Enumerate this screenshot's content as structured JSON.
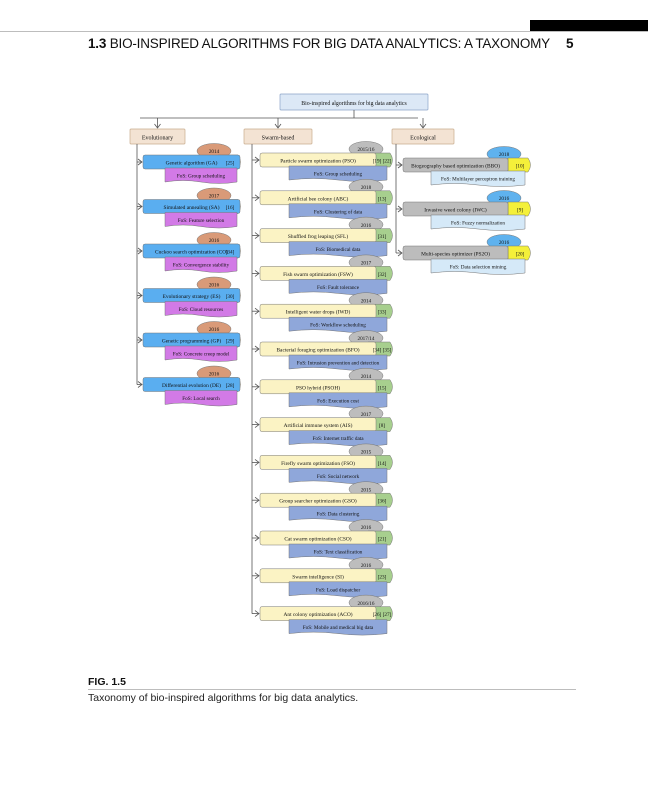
{
  "header": {
    "section_number": "1.3",
    "section_title": "BIO-INSPIRED ALGORITHMS FOR BIG DATA ANALYTICS: A TAXONOMY",
    "page_number": "5"
  },
  "diagram": {
    "root": "Bio-inspired algorithms for big data analytics",
    "categories": [
      {
        "label": "Evolutionary",
        "colors": {
          "algo": "#5aaef0",
          "year": "#d99a78",
          "ref": "#f0d878",
          "fos": "#d27ae6"
        },
        "items": [
          {
            "name": "Genetic algorithm (GA)",
            "year": "2014",
            "refs": "[25]",
            "fos": "FoS: Group scheduling"
          },
          {
            "name": "Simulated annealing (SA)",
            "year": "2017",
            "refs": "[16]",
            "fos": "FoS: Feature selection"
          },
          {
            "name": "Cuckoo search optimization (CO)",
            "year": "2016",
            "refs": "[34]",
            "fos": "FoS: Convergence stability"
          },
          {
            "name": "Evolutionary strategy (ES)",
            "year": "2016",
            "refs": "[30]",
            "fos": "FoS: Cloud resources"
          },
          {
            "name": "Genetic programming (GP)",
            "year": "2016",
            "refs": "[29]",
            "fos": "FoS: Concrete creep model"
          },
          {
            "name": "Differential evolution (DE)",
            "year": "2016",
            "refs": "[28]",
            "fos": "FoS: Local search"
          }
        ]
      },
      {
        "label": "Swarm-based",
        "colors": {
          "algo": "#fbf3c4",
          "year": "#bdbdbd",
          "ref": "#a7cf8e",
          "fos": "#8fa7da"
        },
        "items": [
          {
            "name": "Particle swarm optimization (PSO)",
            "year": "2015/16",
            "refs": "[19] [22]",
            "fos": "FoS: Group scheduling"
          },
          {
            "name": "Artificial bee colony (ABC)",
            "year": "2018",
            "refs": "[13]",
            "fos": "FoS: Clustering of data"
          },
          {
            "name": "Shuffled frog leaping (SFL)",
            "year": "2016",
            "refs": "[31]",
            "fos": "FoS: Biomedical data"
          },
          {
            "name": "Fish swarm optimization (FSW)",
            "year": "2017",
            "refs": "[32]",
            "fos": "FoS: Fault tolerance"
          },
          {
            "name": "Intelligent water drops (IWD)",
            "year": "2014",
            "refs": "[33]",
            "fos": "FoS: Workflow scheduling"
          },
          {
            "name": "Bacterial foraging optimization (BFO)",
            "year": "2017/14",
            "refs": "[34] [35]",
            "fos": "FoS: Intrusion prevention and detection"
          },
          {
            "name": "PSO hybrid (PSOH)",
            "year": "2014",
            "refs": "[15]",
            "fos": "FoS: Execution cost"
          },
          {
            "name": "Artificial immune system (AIS)",
            "year": "2017",
            "refs": "[8]",
            "fos": "FoS: Internet traffic data"
          },
          {
            "name": "Firefly swarm optimization (FSO)",
            "year": "2015",
            "refs": "[14]",
            "fos": "FoS: Social network"
          },
          {
            "name": "Group searcher optimization (GSO)",
            "year": "2015",
            "refs": "[36]",
            "fos": "FoS: Data clustering"
          },
          {
            "name": "Cat swarm optimization (CSO)",
            "year": "2016",
            "refs": "[21]",
            "fos": "FoS: Text classification"
          },
          {
            "name": "Swarm intelligence (SI)",
            "year": "2016",
            "refs": "[23]",
            "fos": "FoS: Load dispatcher"
          },
          {
            "name": "Ant colony optimization (ACO)",
            "year": "2016/16",
            "refs": "[26] [27]",
            "fos": "FoS: Mobile and medical big data"
          }
        ]
      },
      {
        "label": "Ecological",
        "colors": {
          "algo": "#bcbcbc",
          "year": "#5fb2ee",
          "ref": "#f4f03a",
          "fos": "#d5e9f8"
        },
        "items": [
          {
            "name": "Biogeography based optimization (BBO)",
            "year": "2018",
            "refs": "[10]",
            "fos": "FoS: Multilayer perceptron training"
          },
          {
            "name": "Invasive weed colony (IWC)",
            "year": "2016",
            "refs": "[9]",
            "fos": "FoS: Fuzzy normalization"
          },
          {
            "name": "Multi-species optimizer (PS2O)",
            "year": "2016",
            "refs": "[20]",
            "fos": "FoS: Data selection mining"
          }
        ]
      }
    ]
  },
  "caption": {
    "label": "FIG. 1.5",
    "text": "Taxonomy of bio-inspired algorithms for big data analytics."
  }
}
